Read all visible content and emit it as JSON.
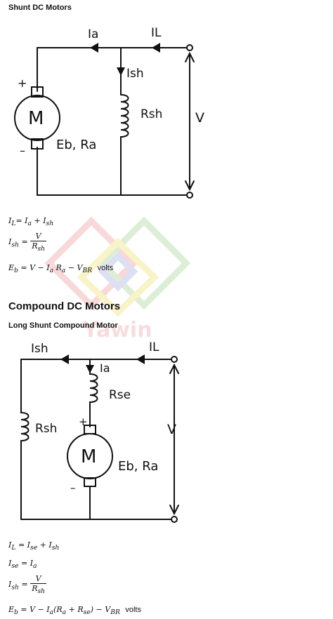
{
  "shunt": {
    "heading": "Shunt DC Motors",
    "labels": {
      "ia": "Ia",
      "il": "IL",
      "ish": "Ish",
      "rsh": "Rsh",
      "v": "V",
      "m": "M",
      "eb_ra": "Eb, Ra",
      "plus": "+",
      "minus": "–"
    },
    "eq1": {
      "lhs": "I",
      "lhs_sub": "L",
      "rhs": "= I",
      "rhs_sub1": "a",
      "rhs_mid": " + I",
      "rhs_sub2": "sh"
    },
    "eq2": {
      "lhs": "I",
      "lhs_sub": "sh",
      "eq": "=",
      "num": "V",
      "den": "R",
      "den_sub": "sh"
    },
    "eq3": {
      "text": "E",
      "sub": "b",
      "rest1": " = V − I",
      "sub2": "a",
      "rest2": " R",
      "sub3": "a",
      "rest3": " − V",
      "sub4": "BR",
      "unit": "volts"
    }
  },
  "compound": {
    "heading": "Compound DC Motors",
    "subheading": "Long Shunt Compound Motor",
    "labels": {
      "ish": "Ish",
      "il": "IL",
      "ia": "Ia",
      "rse": "Rse",
      "rsh": "Rsh",
      "v": "V",
      "m": "M",
      "eb_ra": "Eb, Ra",
      "plus": "+",
      "minus": "–"
    },
    "eq1": {
      "lhs": "I",
      "lhs_sub": "L",
      "mid": " = I",
      "sub1": "se",
      "mid2": " + I",
      "sub2": "sh"
    },
    "eq2": {
      "lhs": "I",
      "lhs_sub": "se",
      "mid": " = I",
      "sub1": "a"
    },
    "eq3": {
      "lhs": "I",
      "lhs_sub": "sh",
      "eq": "=",
      "num": "V",
      "den": "R",
      "den_sub": "sh"
    },
    "eq4": {
      "lhs": "E",
      "lhs_sub": "b",
      "mid": " = V − I",
      "sub1": "a",
      "mid2": "(R",
      "sub2": "a",
      "mid3": " + R",
      "sub3": "se",
      "mid4": ") − V",
      "sub4": "BR",
      "unit": "volts"
    }
  },
  "watermark": {
    "text": "Yawin",
    "colors": [
      "#f6c8c8",
      "#cfe8c5",
      "#f7efb2",
      "#cfd4ef"
    ]
  }
}
